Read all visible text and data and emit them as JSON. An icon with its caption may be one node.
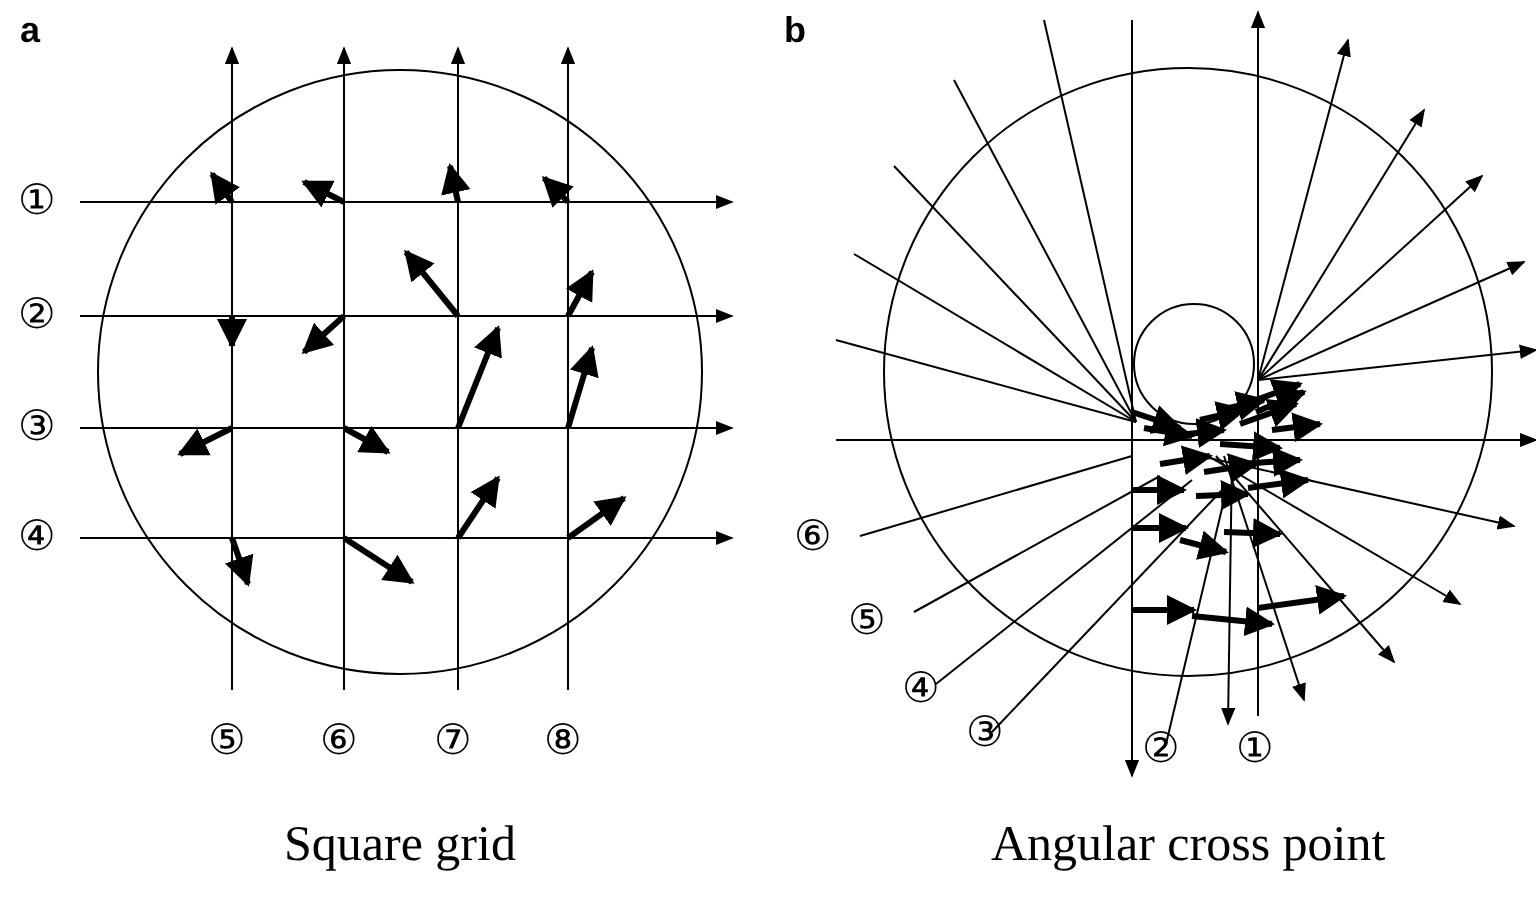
{
  "diagram": {
    "labels": [
      "a",
      "①",
      "②",
      "③",
      "④",
      "⑤",
      "⑥",
      "⑦",
      "⑧",
      "Square grid",
      "b",
      "⑥",
      "⑤",
      "④",
      "③",
      "②",
      "①",
      "Angular cross point"
    ]
  }
}
